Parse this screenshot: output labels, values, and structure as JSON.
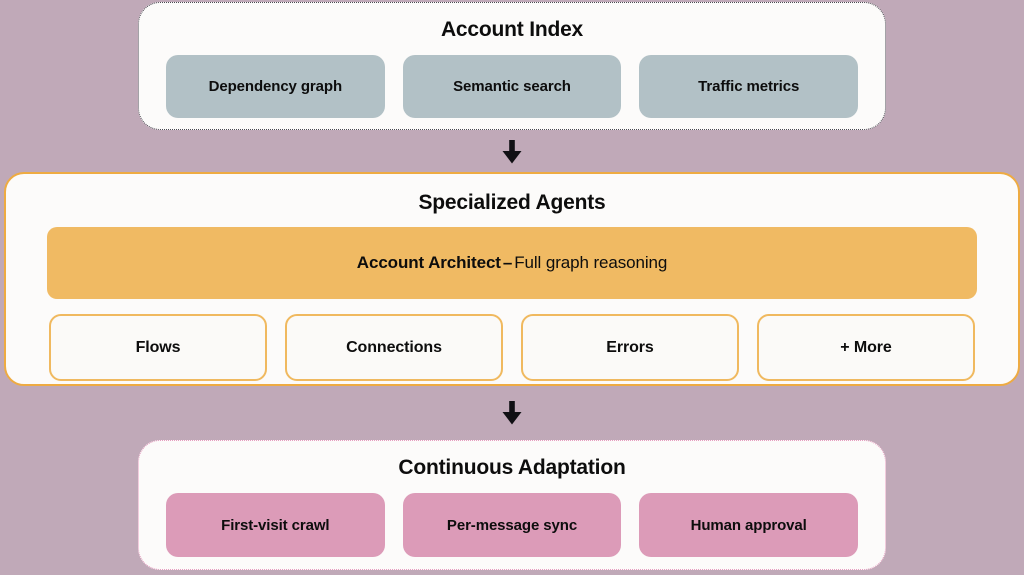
{
  "theme": {
    "background": "#c0a9b8",
    "card_surface": "#fcfbfa",
    "index_pill": "#b2c1c6",
    "accent_orange": "#f0ba63",
    "accent_orange_border": "#eeab42",
    "accent_pink": "#dc9bb8",
    "accent_pink_border": "#e79ec0",
    "text": "#0d0d0d"
  },
  "sections": {
    "index": {
      "title": "Account Index",
      "pills": [
        {
          "label": "Dependency graph"
        },
        {
          "label": "Semantic search"
        },
        {
          "label": "Traffic metrics"
        }
      ]
    },
    "agents": {
      "title": "Specialized Agents",
      "primary": {
        "name": "Account Architect",
        "separator": "–",
        "description": "Full graph reasoning"
      },
      "boxes": [
        {
          "label": "Flows"
        },
        {
          "label": "Connections"
        },
        {
          "label": "Errors"
        },
        {
          "label": "+ More"
        }
      ]
    },
    "adaptation": {
      "title": "Continuous Adaptation",
      "pills": [
        {
          "label": "First-visit crawl"
        },
        {
          "label": "Per-message sync"
        },
        {
          "label": "Human approval"
        }
      ]
    }
  },
  "connectors": [
    {
      "name": "arrow-down-index-to-agents",
      "glyph": "arrow-down"
    },
    {
      "name": "arrow-down-agents-to-adaptation",
      "glyph": "arrow-down"
    }
  ]
}
